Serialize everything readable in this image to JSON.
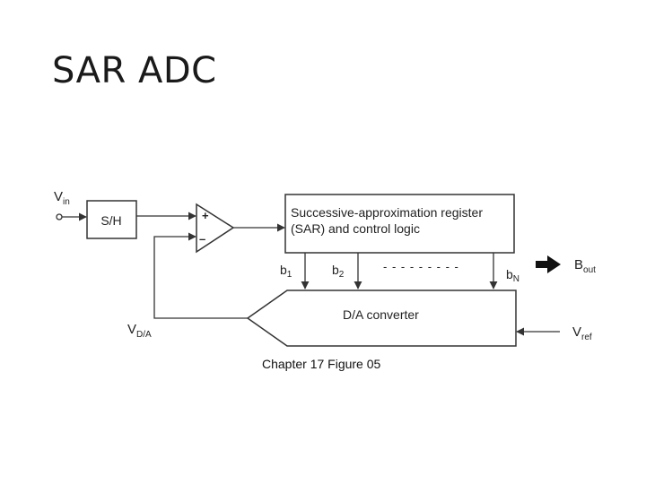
{
  "slide": {
    "title": "SAR ADC",
    "caption": "Chapter 17 Figure 05"
  },
  "diagram": {
    "vin": {
      "main": "V",
      "sub": "in"
    },
    "sh_label": "S/H",
    "plus": "+",
    "minus": "–",
    "sar_line1": "Successive-approximation register",
    "sar_line2": "(SAR) and control logic",
    "b1": {
      "main": "b",
      "sub": "1"
    },
    "b2": {
      "main": "b",
      "sub": "2"
    },
    "bn": {
      "main": "b",
      "sub": "N"
    },
    "dots": "- - - - - - - - -",
    "bout": {
      "main": "B",
      "sub": "out"
    },
    "dac_label": "D/A converter",
    "vda": {
      "main": "V",
      "sub": "D/A"
    },
    "vref": {
      "main": "V",
      "sub": "ref"
    },
    "line_color": "#333333"
  }
}
